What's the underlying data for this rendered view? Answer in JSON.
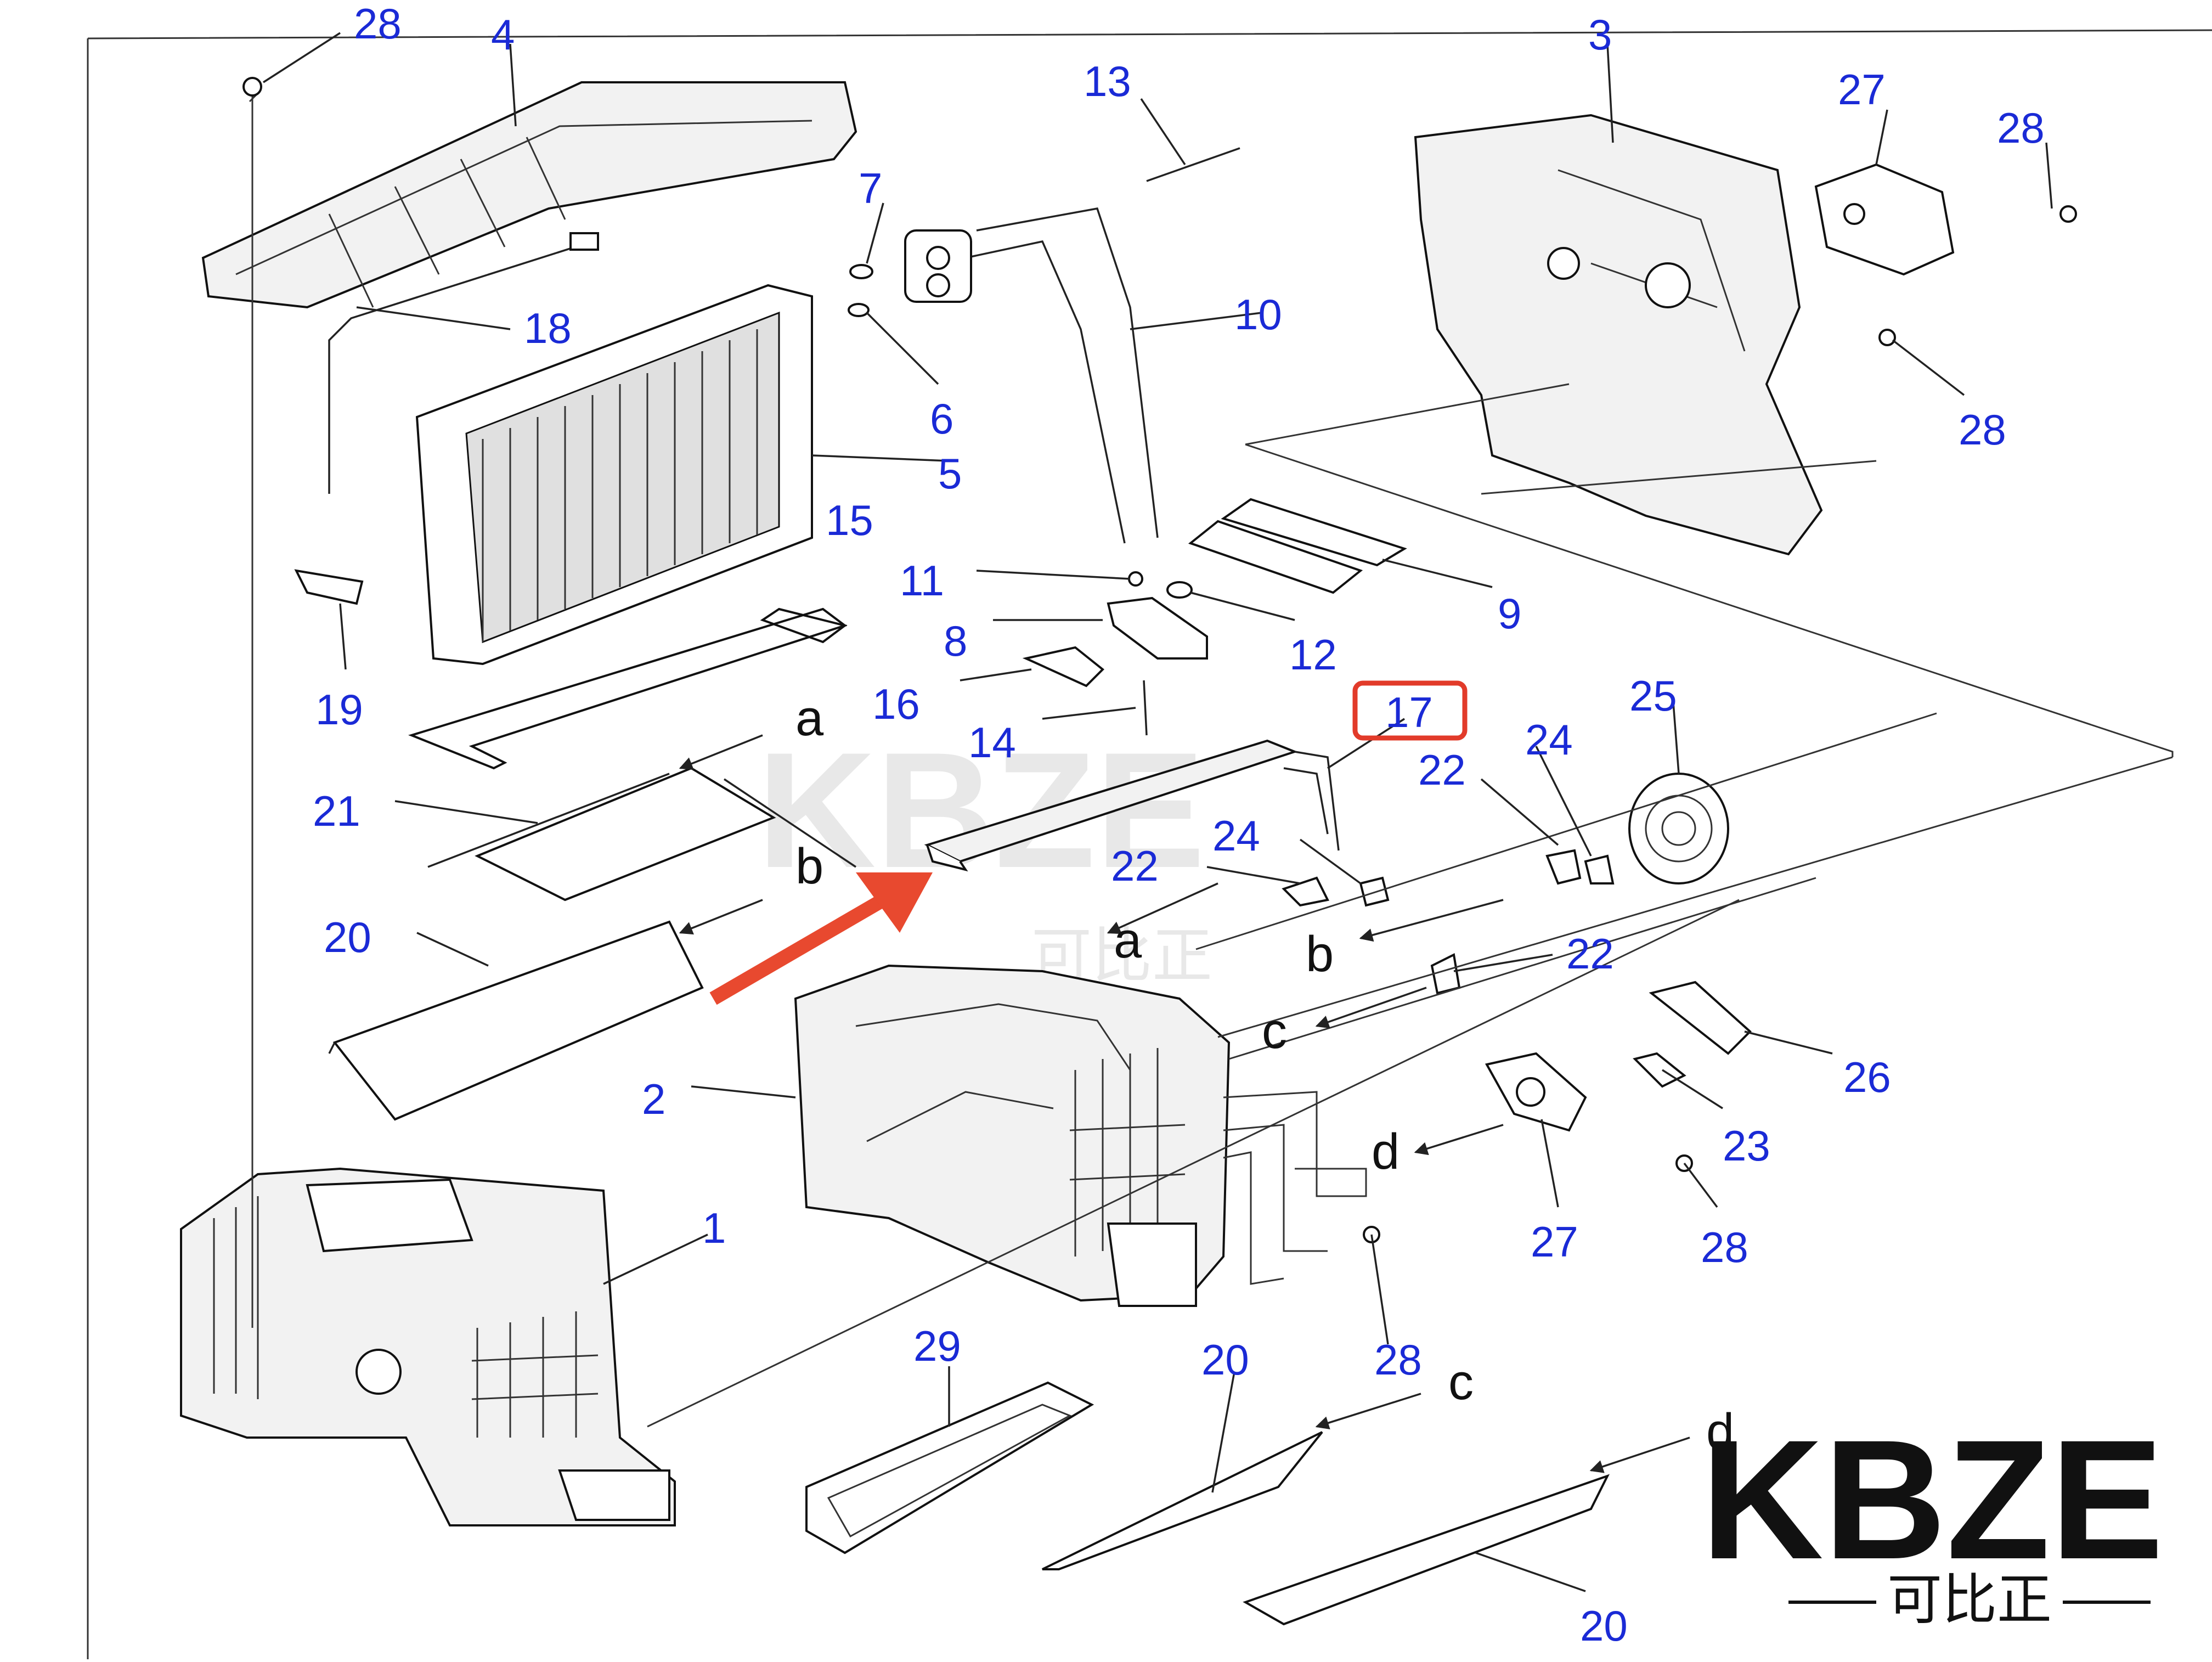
{
  "labels": {
    "n1": "1",
    "n2": "2",
    "n3": "3",
    "n4": "4",
    "n5": "5",
    "n6": "6",
    "n7": "7",
    "n8": "8",
    "n9": "9",
    "n10": "10",
    "n11": "11",
    "n12": "12",
    "n13": "13",
    "n14": "14",
    "n15": "15",
    "n16": "16",
    "n17": "17",
    "n18": "18",
    "n19": "19",
    "n20": "20",
    "n21": "21",
    "n22": "22",
    "n23": "23",
    "n24": "24",
    "n25": "25",
    "n26": "26",
    "n27": "27",
    "n28": "28",
    "n29": "29"
  },
  "letters": {
    "a": "a",
    "b": "b",
    "c": "c",
    "d": "d"
  },
  "watermark": {
    "brand": "KBZE",
    "sub": "可比正"
  },
  "logo": {
    "brand": "KBZE",
    "sub": "可比正"
  },
  "colors": {
    "callout_numbers": "#1a2ad6",
    "highlight_box": "#e23b2a",
    "arrow": "#e8492f"
  }
}
